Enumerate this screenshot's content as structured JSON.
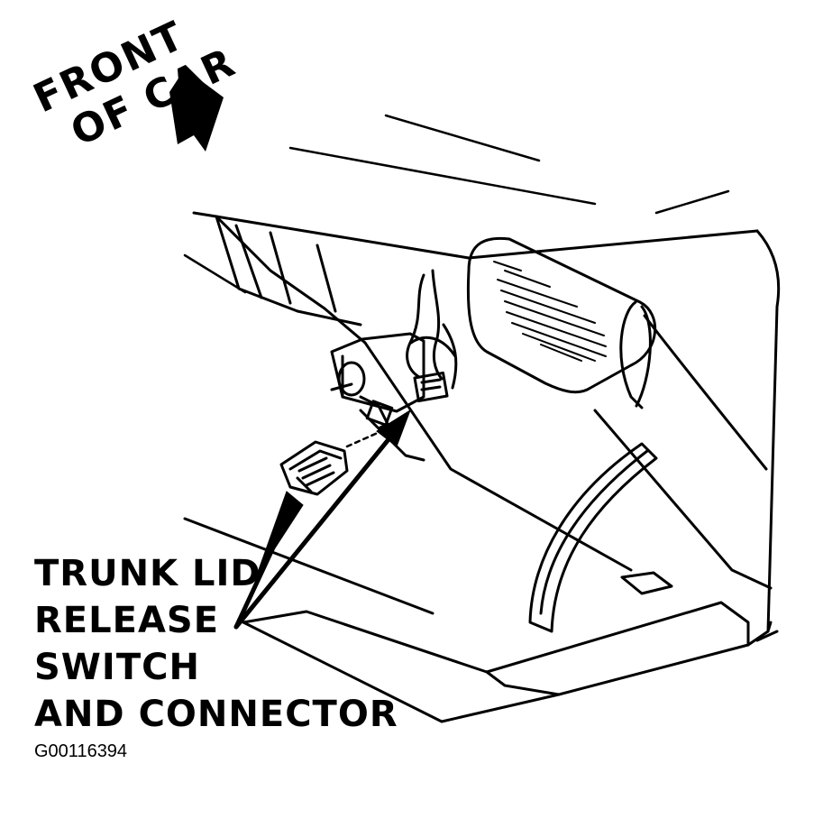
{
  "labels": {
    "direction_line1": "FRONT",
    "direction_line2": "OF CAR",
    "callout_line1": "TRUNK LID",
    "callout_line2": "RELEASE",
    "callout_line3": "SWITCH",
    "callout_line4": "AND CONNECTOR",
    "figure_id": "G00116394"
  },
  "colors": {
    "ink": "#000000",
    "paper": "#ffffff"
  }
}
